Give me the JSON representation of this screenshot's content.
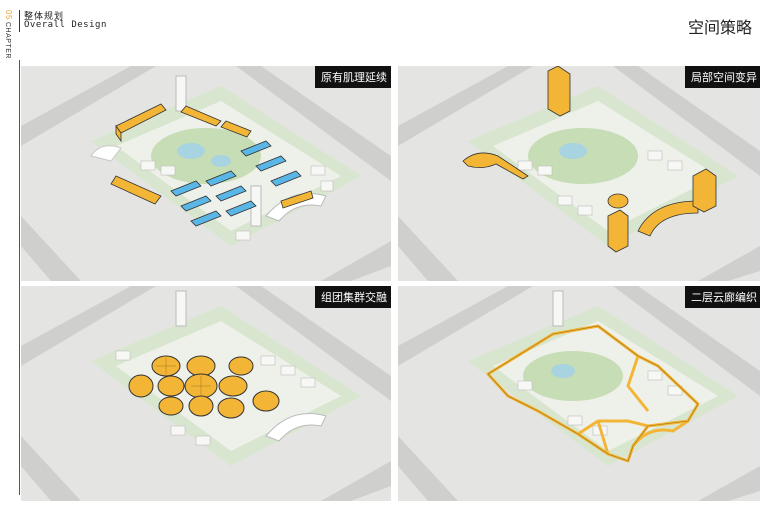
{
  "header": {
    "chapter_number": "05",
    "chapter_word": "CHAPTER",
    "section_title_cn": "整体规划",
    "section_title_en": "Overall Design",
    "page_title": "空间策略"
  },
  "panels": [
    {
      "label": "原有肌理延续"
    },
    {
      "label": "局部空间变异"
    },
    {
      "label": "组团集群交融"
    },
    {
      "label": "二层云廊编织"
    }
  ],
  "colors": {
    "highlight_orange": "#f3b536",
    "highlight_blue": "#5ab6e6",
    "road": "#cfcfcd",
    "ground": "#e4e4e2",
    "green": "#bcd8a8",
    "building": "#f7f7f5"
  }
}
